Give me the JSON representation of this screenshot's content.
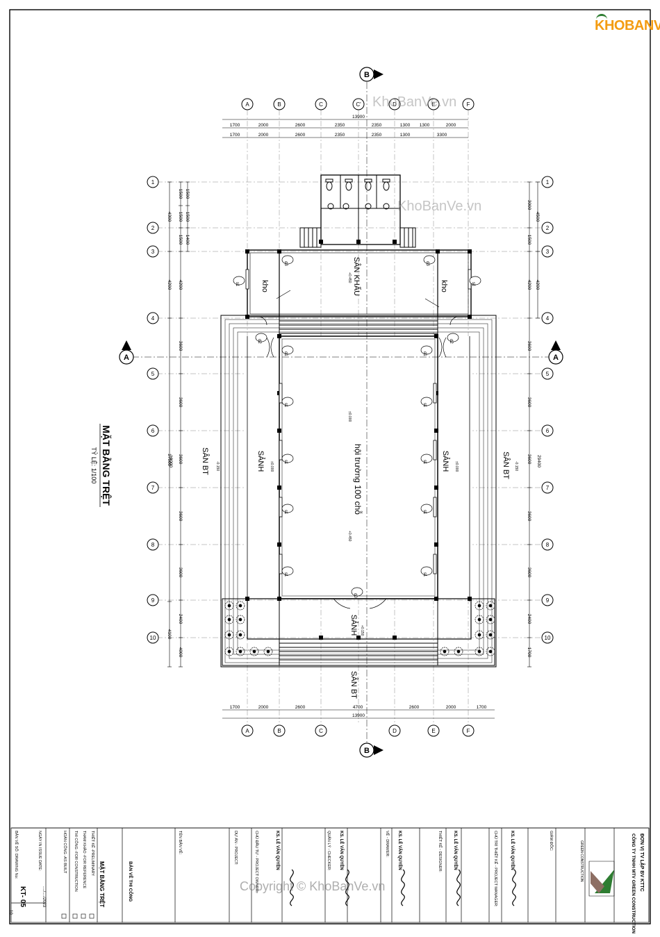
{
  "watermark": {
    "top": "KhoBanVe.vn",
    "middle": "KhoBanVe.vn",
    "copyright": "Copyright © KhoBanVe.vn"
  },
  "logo": "KHOBANVE",
  "drawing": {
    "title": "MẶT BẰNG TRỆT",
    "scale": "TỶ LỆ: 1/100",
    "section_A": "A",
    "section_B": "B"
  },
  "grid": {
    "columns_top": [
      "A",
      "B",
      "C",
      "C'",
      "D",
      "E",
      "F"
    ],
    "columns_bottom": [
      "A",
      "B",
      "C",
      "D",
      "E",
      "F"
    ],
    "rows": [
      "1",
      "2",
      "3",
      "4",
      "5",
      "6",
      "7",
      "8",
      "9",
      "10"
    ]
  },
  "dimensions": {
    "top_total": "13900",
    "top_row1": [
      "1700",
      "2000",
      "2600",
      "2350",
      "2350",
      "1300",
      "1300",
      "2000"
    ],
    "top_row2": [
      "1700",
      "2000",
      "2600",
      "2350",
      "2350",
      "1300",
      "3300"
    ],
    "bottom_total": "13900",
    "bottom_row": [
      "1700",
      "2000",
      "2600",
      "4700",
      "2600",
      "2000",
      "1700"
    ],
    "left_total": "18000",
    "left_outer": [
      "4300",
      "4200",
      "17900",
      "4100"
    ],
    "left_inner": [
      "1500",
      "1500",
      "1500",
      "4200",
      "3600",
      "3600",
      "3600",
      "3600",
      "3600",
      "2400",
      "4000"
    ],
    "right_total": "29400",
    "right_inner": [
      "3000",
      "1500",
      "4200",
      "3600",
      "3600",
      "3600",
      "3600",
      "3600",
      "2400",
      "1700"
    ],
    "right_outer": [
      "4500",
      "4200"
    ]
  },
  "rooms": {
    "stage": "SÂN KHẤU",
    "hall": "hội trường 100 chỗ",
    "store": "kho",
    "lobby": "SẢNH",
    "yard": "SÂN BT"
  },
  "doors": {
    "d0": "d0",
    "d1": "d1",
    "d2": "d2",
    "d3": "d3",
    "s1": "s1"
  },
  "levels": {
    "l1": "±0.000",
    "l2": "+0.150",
    "l3": "-0.150",
    "l4": "+0.450"
  },
  "title_block": {
    "unit": "ĐƠN VỊ TV LẬP BV KTTC",
    "company": "CÔNG TY TNHH MTV GREEN CONSTRUCTION",
    "company_en": "GREEN CONSTRUCTION",
    "director": "GIÁM ĐỐC:",
    "engineer": "KS. LÊ VĂN QUYỀN",
    "manager": "CHỦ TRÌ THIẾT KẾ - PROJECT MANAGER:",
    "designer": "THIẾT KẾ - DESIGNER:",
    "drawer": "VẼ - DRAWER:",
    "checker": "QUẢN LÝ - CHECKER:",
    "owner": "CHỦ ĐẦU TƯ - PROJECT OWNER:",
    "project": "DỰ ÁN - PROJECT:",
    "drawing_name_label": "TÊN BẢN VẼ:",
    "drawing_type": "BẢN VẼ THI CÔNG",
    "drawing_name": "MẶT BẰNG TRỆT",
    "status1": "THIẾT KẾ -PRELIMINARY",
    "status2": "THAM KHẢO -FOR REFERENCE",
    "status3": "THI CÔNG -FOR CONSTRUCTION",
    "status4": "HOÀN CÔNG -AS BUILT",
    "issue_date_label": "NGÀY IN ISSUE DATE:",
    "issue_date": "..../..../2023",
    "drawing_no_label": "BẢN VẼ SỐ: DRAWING No:",
    "drawing_no": "KT- 05",
    "sheet": "10"
  }
}
